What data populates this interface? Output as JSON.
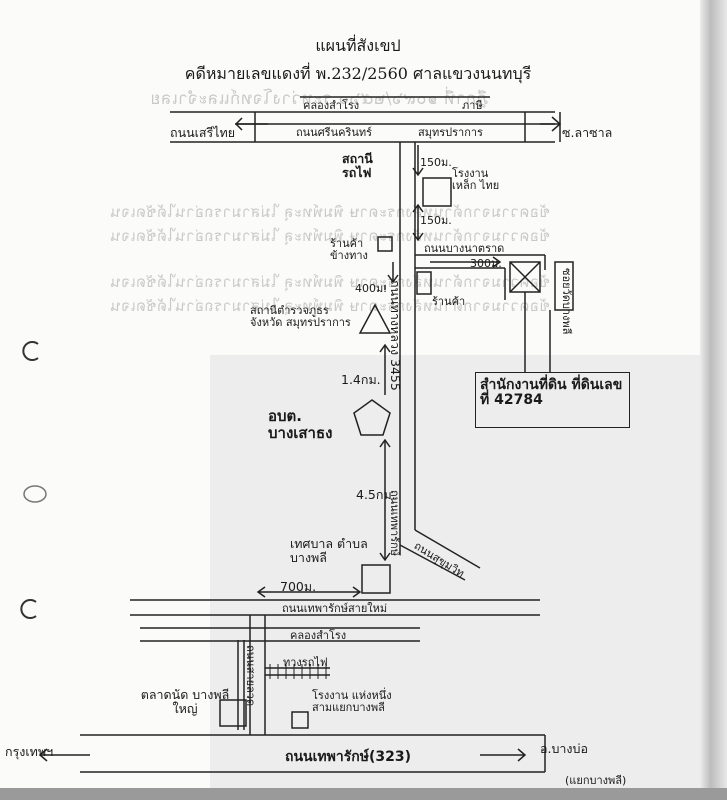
{
  "document": {
    "title": "แผนที่สังเขป",
    "case_line": "คดีหมายเลขแดงที่ พ.232/2560 ศาลแขวงนนทบุรี"
  },
  "roads": {
    "top_left": "ถนนเสรีไทย",
    "top_inner": "ถนนศรีนครินทร์",
    "top_center": "สมุทรปราการ",
    "top_right": "ซ.ลาซาล",
    "top_canal": "คลองสำโรง",
    "top_canal_right": "ภาษี",
    "middle_road": "ถนนบางนาตราด",
    "vertical_road": "ถนนทางหลวง 3455",
    "diagonal_road": "ถนนสุขุมวิท",
    "lower_road": "ถนนเทพารักษ์สายใหม่",
    "lower_canal": "คลองสำโรง",
    "lower_vertical": "ถนนเทพารักษ์",
    "lower_vertical2": "ถนนสายลวด",
    "rail": "ทางรถไฟ",
    "side_soi": "ซอยวัดบางพลี",
    "bottom_road": "ถนนเทพารักษ์(323)",
    "bottom_left": "กรุงเทพฯ",
    "bottom_right": "อ.บางบ่อ",
    "bottom_right_sub": "(แยกบางพลี)"
  },
  "places": {
    "railway_station": "สถานี รถไฟ",
    "intersection_market": "โรงงานเหล็ก ไทย",
    "near_station": "ร้านค้า ข้างทาง",
    "police": "สถานีตำรวจภูธรจังหวัด สมุทรปราการ",
    "small_shop": "ร้านค้า",
    "tambon_office": "อบต. บางเสาธง",
    "target_property": "สำนักงานที่ดิน ที่ดินเลขที่ 42784",
    "municipality": "เทศบาล ตำบลบางพลี",
    "bottom_left_place": "ตลาดนัด บางพลีใหญ่",
    "bottom_center_place": "โรงงาน แห่งหนึ่ง สามแยกบางพลี"
  },
  "distances": {
    "d1": "150ม.",
    "d2": "150ม.",
    "d3": "300ม.",
    "d4": "400ม.",
    "d5": "1.4กม.",
    "d6": "4.5กม.",
    "d7": "700ม."
  },
  "ghost_text": {
    "g1": "ฎีกาที่ ๑๐๙๖/๒๕๖๐ ระหว่างโจทก์และจำเลย",
    "g2": "ข้อความจากด้านหลังกระดาษ พิมพ์ทะลุ ไม่สามารถอ่านได้ชัดเจน",
    "g3": "ข้อความจากด้านหลังกระดาษ พิมพ์ทะลุ ไม่สามารถอ่านได้ชัดเจน",
    "g4": "ข้อความจากด้านหลังกระดาษ พิมพ์ทะลุ ไม่สามารถอ่านได้ชัดเจน",
    "g5": "ข้อความจากด้านหลังกระดาษ พิมพ์ทะลุ ไม่สามารถอ่านได้ชัดเจน"
  },
  "colors": {
    "ink": "#1a1a1a",
    "paper": "#fbfbfa",
    "ghost": "#c9c9c9"
  }
}
